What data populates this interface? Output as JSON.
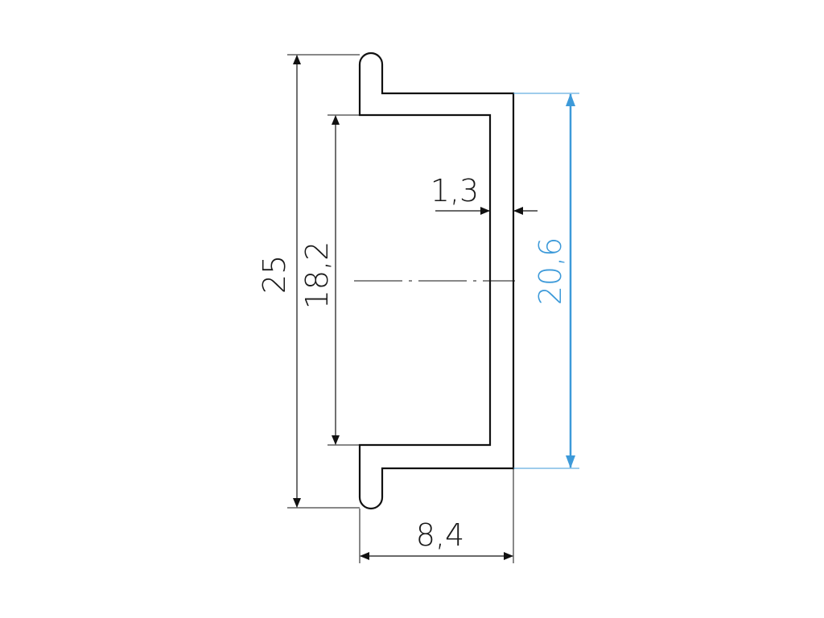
{
  "dimensions": {
    "overall_height": "25",
    "inner_height": "18,2",
    "wall_thickness": "1,3",
    "outer_height": "20,6",
    "width": "8,4"
  },
  "colors": {
    "line": "#111111",
    "highlight": "#3d9ad9"
  }
}
